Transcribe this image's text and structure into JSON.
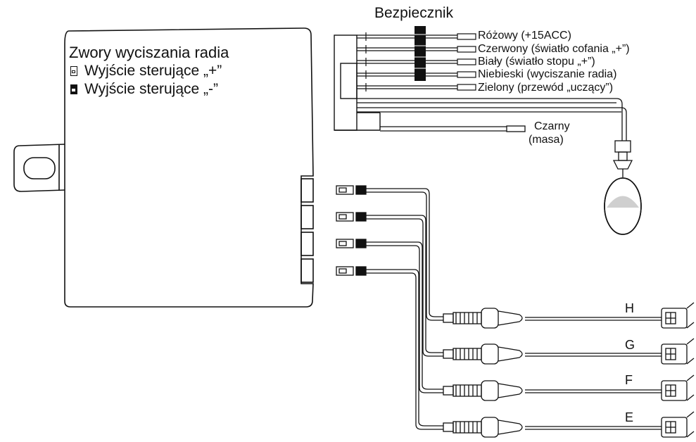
{
  "colors": {
    "ink": "#111111",
    "paper": "#ffffff",
    "legend_positive_fill": "#ffffff",
    "legend_negative_fill": "#111111"
  },
  "fuse": {
    "title": "Bezpiecznik"
  },
  "module": {
    "jumper_title": "Zwory wyciszania radia",
    "legend": [
      {
        "label": "Wyjście sterujące „+”",
        "icon": "jumper-open-icon"
      },
      {
        "label": "Wyjście sterujące „-”",
        "icon": "jumper-closed-icon"
      }
    ]
  },
  "harness": {
    "wires": [
      {
        "label": "Różowy (+15ACC)"
      },
      {
        "label": "Czerwony (światło cofania „+”)"
      },
      {
        "label": "Biały (światło stopu „+”)"
      },
      {
        "label": "Niebieski (wyciszanie radia)"
      },
      {
        "label": "Zielony (przewód „uczący”)"
      }
    ],
    "ground_label_line1": "Czarny",
    "ground_label_line2": "(masa)"
  },
  "sensors": [
    {
      "label": "H"
    },
    {
      "label": "G"
    },
    {
      "label": "F"
    },
    {
      "label": "E"
    }
  ]
}
